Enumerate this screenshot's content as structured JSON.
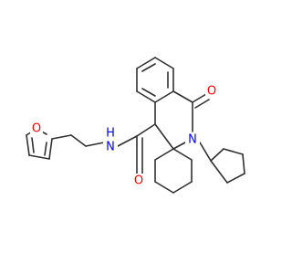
{
  "colors": {
    "background": "#ffffff",
    "bond": "#303030",
    "oxygen": "#ff0000",
    "nitrogen": "#0000ff"
  },
  "atom_labels": {
    "furan_oxygen": "O",
    "amide_nitrogen_h": "H",
    "amide_nitrogen": "N",
    "amide_oxygen": "O",
    "ketone_oxygen": "O",
    "ring_nitrogen": "N"
  }
}
